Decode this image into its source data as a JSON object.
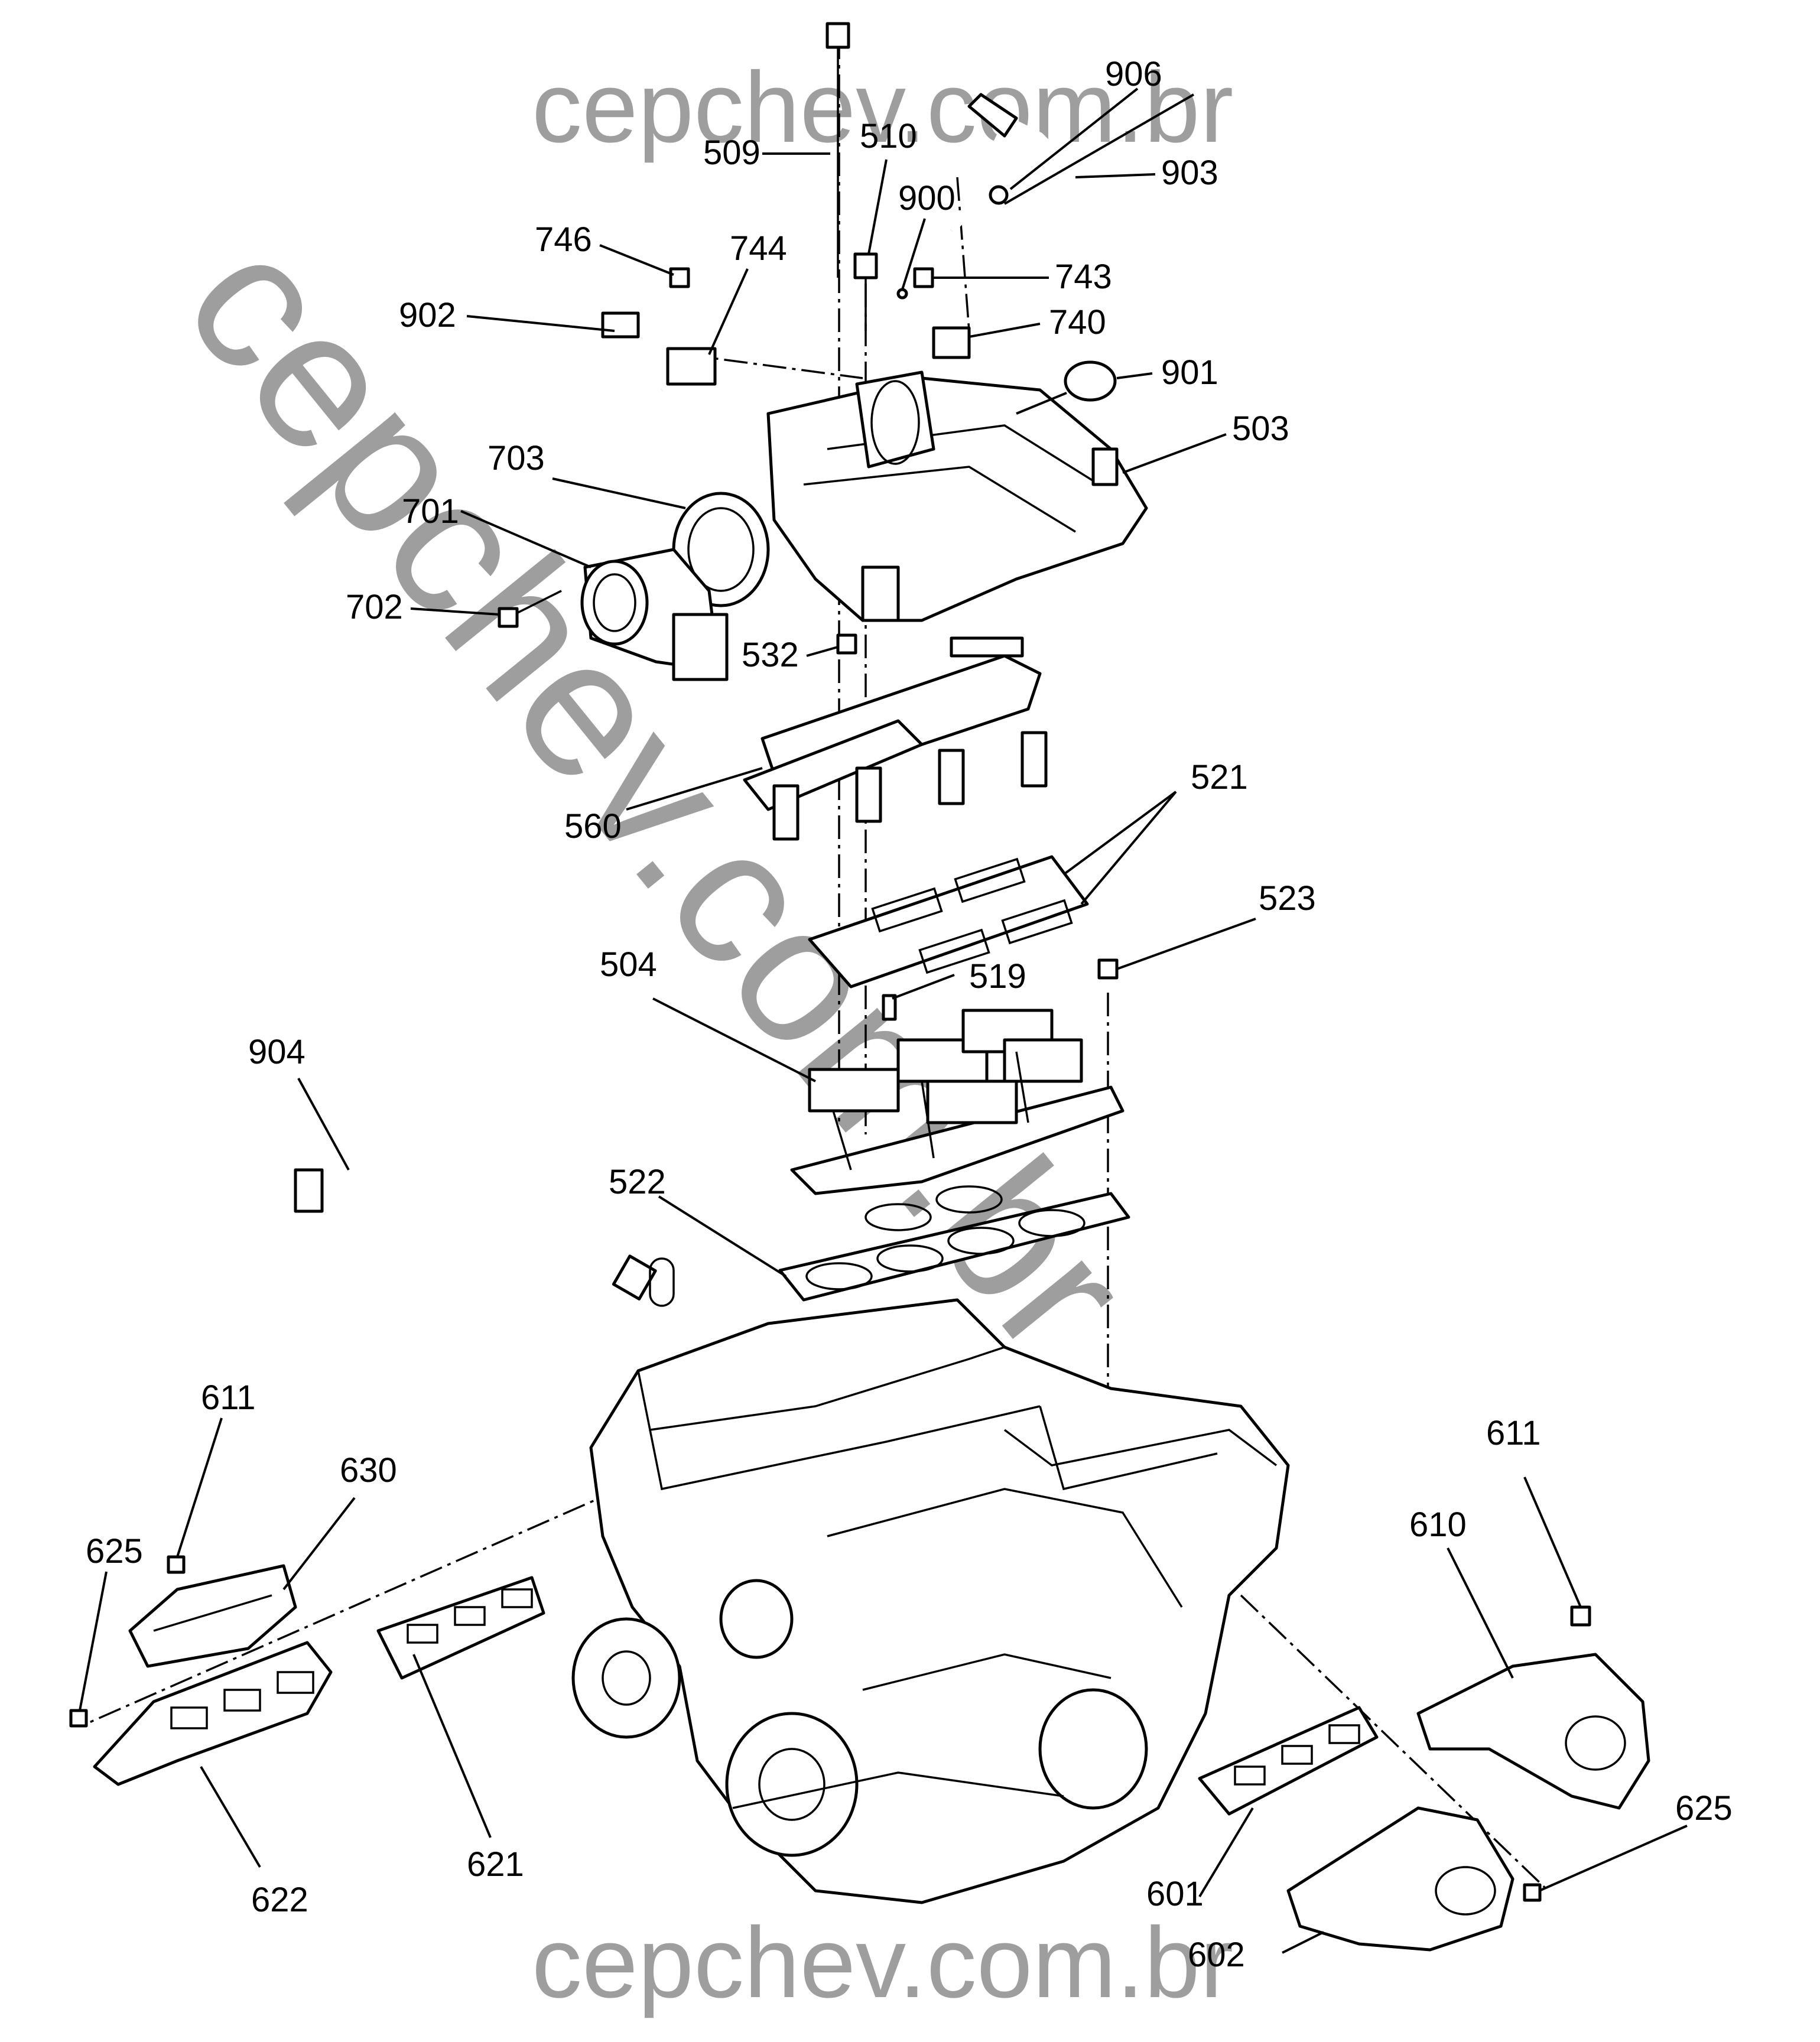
{
  "watermark": {
    "top": "cepchev.com.br",
    "bottom": "cepchev.com.br",
    "diagonal": "cepchev.com.br",
    "color": "#9e9e9e"
  },
  "callouts": [
    {
      "id": "c509",
      "label": "509"
    },
    {
      "id": "c510",
      "label": "510"
    },
    {
      "id": "c906",
      "label": "906"
    },
    {
      "id": "c903",
      "label": "903"
    },
    {
      "id": "c900",
      "label": "900"
    },
    {
      "id": "c746",
      "label": "746"
    },
    {
      "id": "c744",
      "label": "744"
    },
    {
      "id": "c743",
      "label": "743"
    },
    {
      "id": "c902",
      "label": "902"
    },
    {
      "id": "c740",
      "label": "740"
    },
    {
      "id": "c901",
      "label": "901"
    },
    {
      "id": "c703",
      "label": "703"
    },
    {
      "id": "c503",
      "label": "503"
    },
    {
      "id": "c701",
      "label": "701"
    },
    {
      "id": "c702",
      "label": "702"
    },
    {
      "id": "c532",
      "label": "532"
    },
    {
      "id": "c521",
      "label": "521"
    },
    {
      "id": "c560",
      "label": "560"
    },
    {
      "id": "c523",
      "label": "523"
    },
    {
      "id": "c504",
      "label": "504"
    },
    {
      "id": "c519",
      "label": "519"
    },
    {
      "id": "c904",
      "label": "904"
    },
    {
      "id": "c522",
      "label": "522"
    },
    {
      "id": "c611a",
      "label": "611"
    },
    {
      "id": "c630",
      "label": "630"
    },
    {
      "id": "c625a",
      "label": "625"
    },
    {
      "id": "c611b",
      "label": "611"
    },
    {
      "id": "c610",
      "label": "610"
    },
    {
      "id": "c621",
      "label": "621"
    },
    {
      "id": "c622",
      "label": "622"
    },
    {
      "id": "c625b",
      "label": "625"
    },
    {
      "id": "c601",
      "label": "601"
    },
    {
      "id": "c602",
      "label": "602"
    }
  ]
}
